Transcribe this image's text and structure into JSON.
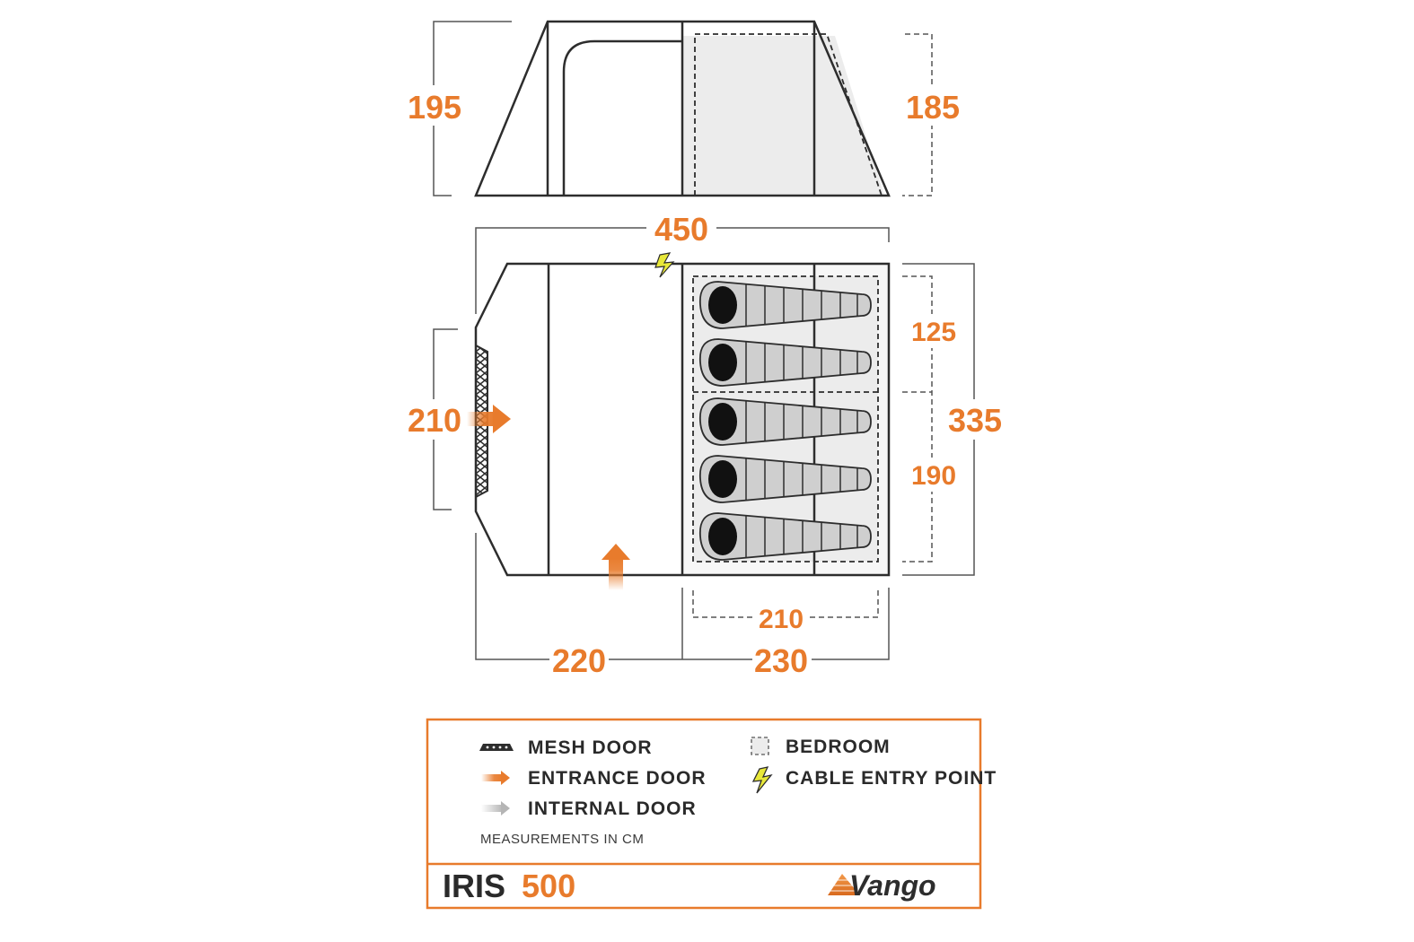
{
  "product": {
    "name": "IRIS",
    "model": "500",
    "brand": "Vango"
  },
  "colors": {
    "accent": "#e87b2c",
    "line": "#2d2d2d",
    "bedroom_fill": "#ececec",
    "bag_fill": "#cfcfcf",
    "cable_icon": "#e8e83a"
  },
  "dimensions": {
    "side_height_front": "195",
    "side_height_bedroom": "185",
    "total_length": "450",
    "mesh_door_width": "210",
    "bedroom_top_width": "125",
    "bedroom_bottom_width": "190",
    "total_width": "335",
    "bedroom_inner_length": "210",
    "living_length": "220",
    "bedroom_length": "230"
  },
  "sleeping_bags": 5,
  "legend": {
    "items": [
      {
        "icon": "mesh-door-icon",
        "label": "MESH DOOR"
      },
      {
        "icon": "entrance-arrow-icon",
        "label": "ENTRANCE DOOR"
      },
      {
        "icon": "internal-arrow-icon",
        "label": "INTERNAL DOOR"
      },
      {
        "icon": "bedroom-square-icon",
        "label": "BEDROOM"
      },
      {
        "icon": "lightning-icon",
        "label": "CABLE ENTRY POINT"
      }
    ],
    "note": "MEASUREMENTS IN CM"
  }
}
